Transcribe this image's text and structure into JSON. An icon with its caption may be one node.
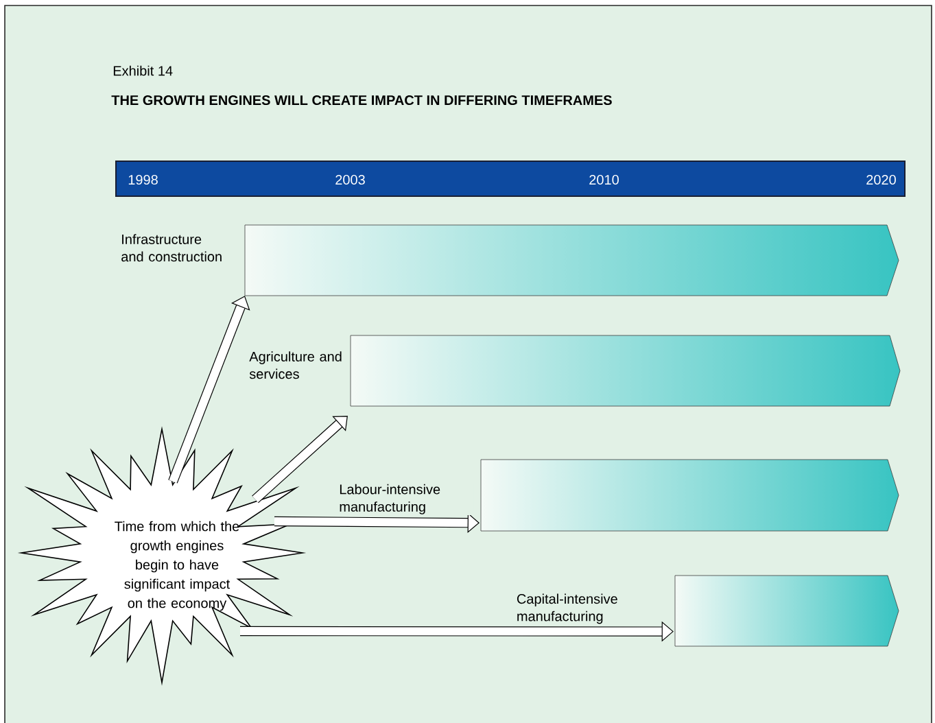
{
  "diagram": {
    "title": "THE GROWTH ENGINES WILL CREATE IMPACT IN DIFFERING TIMEFRAMES",
    "nodes": [
      {
        "text": [
          "Time from which the growth engines begin to have significant impact on the economy"
        ]
      },
      {
        "text": [
          "Infrastructure and construction"
        ]
      },
      {
        "text": [
          "Agriculture and services"
        ]
      },
      {
        "text": [],
        "shape": "bar"
      },
      {
        "text": [],
        "shape": "bar"
      }
    ],
    "edges": [
      {
        "from": 0,
        "to": 1,
        "arrow": "to"
      },
      {
        "from": 0,
        "to": 2,
        "arrow": "to"
      },
      {
        "from": 0,
        "to": 3,
        "arrow": "to",
        "label": "Labour-intensive manufacturing"
      },
      {
        "from": 0,
        "to": 4,
        "arrow": "to",
        "label": "Capital-intensive manufacturing"
      }
    ],
    "labels": [
      "Exhibit 14",
      "1998",
      "2003",
      "2010",
      "2020"
    ]
  }
}
